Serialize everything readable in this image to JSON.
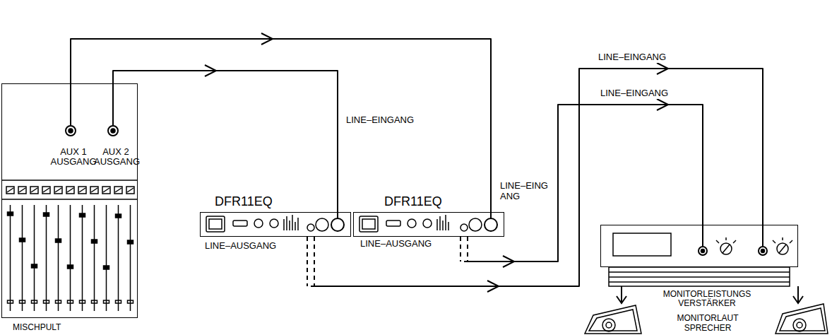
{
  "diagram": {
    "nodes": [
      {
        "text": [
          "AUX 1 AUSGANG",
          "AUX 2 AUSGANG",
          "MISCHPULT"
        ]
      },
      {
        "text": [
          "DFR11EQ"
        ]
      },
      {
        "text": [
          "DFR11EQ"
        ]
      },
      {
        "text": [
          "MONITORLEISTUNGS VERSTÄRKER"
        ]
      }
    ],
    "edges": [
      {
        "from": 0,
        "to": 1,
        "arrow": "to",
        "label": "LINE–EINGANG"
      },
      {
        "from": 0,
        "to": 2,
        "arrow": "to",
        "label": "LINE–EING ANG"
      },
      {
        "from": 1,
        "to": 3,
        "arrow": "to",
        "label": "LINE–EINGANG"
      },
      {
        "from": 2,
        "to": 3,
        "arrow": "to",
        "label": "LINE–EINGANG"
      }
    ],
    "labels": [
      "LINE–AUSGANG",
      "LINE–AUSGANG",
      "MONITORLAUT SPRECHER"
    ]
  }
}
